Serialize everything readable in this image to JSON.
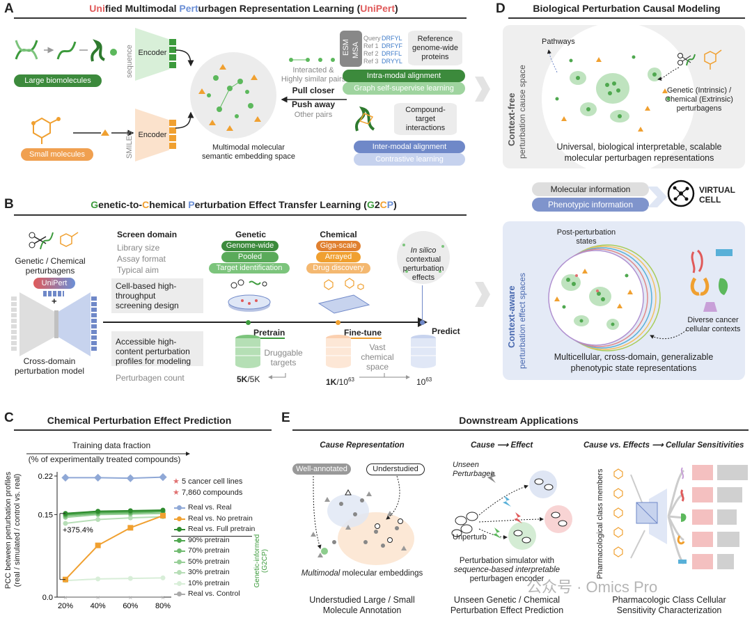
{
  "panelA": {
    "letter": "A",
    "title_parts": [
      "Uni",
      "fied Multimodal ",
      "Pert",
      "urbagen Representation Learning (",
      "UniPert",
      ")"
    ],
    "large_biomolecules": "Large biomolecules",
    "small_molecules": "Small molecules",
    "sequence": "sequence",
    "smiles": "SMILES",
    "encoder": "Encoder",
    "embedding_space": "Multimodal molecular\nsemantic embedding space",
    "interacted": "Interacted &\nHighly similar pairs",
    "pull_closer": "Pull closer",
    "push_away": "Push away",
    "other_pairs": "Other pairs",
    "esm": "ESM",
    "msa": "MSA",
    "msa_rows": [
      {
        "label": "Query",
        "seq": "DRFYL"
      },
      {
        "label": "Ref 1",
        "seq": "DRFYF"
      },
      {
        "label": "Ref 2",
        "seq": "DRFFL"
      },
      {
        "label": "Ref 3",
        "seq": "DRYYL"
      }
    ],
    "reference": "Reference\ngenome-wide\nproteins",
    "intra_modal": "Intra-modal alignment",
    "graph_ssl": "Graph self-supervise learning",
    "compound_target": "Compound-\ntarget\ninteractions",
    "inter_modal": "Inter-modal alignment",
    "contrastive": "Contrastive learning"
  },
  "panelB": {
    "letter": "B",
    "title_parts": [
      "G",
      "enetic-to-",
      "C",
      "hemical ",
      "P",
      "erturbation Effect Transfer Learning (",
      "G",
      "2",
      "C",
      "P",
      ")"
    ],
    "gen_chem_perturbagens": "Genetic / Chemical\nperturbagens",
    "unipert": "UniPert",
    "cross_domain": "Cross-domain\nperturbation model",
    "screen_domain": "Screen domain",
    "screen_rows": [
      "Library size",
      "Assay format",
      "Typical aim"
    ],
    "cell_based": "Cell-based high-\nthroughput\nscreening design",
    "accessible": "Accessible high-\ncontent perturbation\nprofiles for modeling",
    "perturbagen_count": "Perturbagen count",
    "genetic": "Genetic",
    "genetic_pills": [
      "Genome-wide",
      "Pooled",
      "Target identification"
    ],
    "chemical": "Chemical",
    "chemical_pills": [
      "Giga-scale",
      "Arrayed",
      "Drug discovery"
    ],
    "in_silico": "In silico",
    "in_silico_rest": "contextual\nperturbation\neffects",
    "pretrain": "Pretrain",
    "finetune": "Fine-tune",
    "predict": "Predict",
    "druggable": "Druggable\ntargets",
    "vast": "Vast\nchemical\nspace",
    "count_5k_a": "5K",
    "count_5k_b": "/5K",
    "count_1k_a": "1K",
    "count_1k_b": "/10",
    "count_1k_exp": "63",
    "count_pred": "10",
    "count_pred_exp": "63"
  },
  "panelC": {
    "letter": "C",
    "title": "Chemical Perturbation Effect Prediction",
    "training_fraction": "Training data fraction",
    "pct_treated": "(% of experimentally treated compounds)",
    "ylabel": "PCC between perturbation profiles\n(real / simulated / control vs. real)",
    "legend_info": [
      "5 cancer cell lines",
      "7,860 compounds"
    ],
    "annotation": "+375.4%",
    "g2cp_label": "Genetic-informed\n(G2CP)"
  },
  "chart_data": {
    "type": "line",
    "x": [
      "20%",
      "40%",
      "60%",
      "80%"
    ],
    "ylim": [
      0.0,
      0.22
    ],
    "yticks": [
      "0.0",
      "0.15",
      "0.22"
    ],
    "series": [
      {
        "name": "Real vs. Real",
        "values": [
          0.217,
          0.217,
          0.216,
          0.218
        ],
        "color": "#8fa8d6"
      },
      {
        "name": "Real vs. No pretrain",
        "values": [
          0.032,
          0.094,
          0.126,
          0.148
        ],
        "color": "#f0a030"
      },
      {
        "name": "Real vs. Full pretrain",
        "values": [
          0.152,
          0.156,
          0.157,
          0.158
        ],
        "color": "#2e8b2e"
      },
      {
        "name": "90% pretrain",
        "values": [
          0.15,
          0.154,
          0.155,
          0.156
        ],
        "color": "#4fa84f"
      },
      {
        "name": "70% pretrain",
        "values": [
          0.148,
          0.152,
          0.153,
          0.155
        ],
        "color": "#72bb72"
      },
      {
        "name": "50% pretrain",
        "values": [
          0.145,
          0.15,
          0.151,
          0.152
        ],
        "color": "#98cf98"
      },
      {
        "name": "30% pretrain",
        "values": [
          0.134,
          0.141,
          0.144,
          0.146
        ],
        "color": "#b7deb7"
      },
      {
        "name": "10% pretrain",
        "values": [
          0.03,
          0.033,
          0.034,
          0.035
        ],
        "color": "#d8eed8"
      },
      {
        "name": "Real vs. Control",
        "values": [
          0.0,
          0.0,
          0.0,
          0.0
        ],
        "color": "#aaaaaa"
      }
    ]
  },
  "panelD": {
    "letter": "D",
    "title": "Biological Perturbation Causal Modeling",
    "context_free": "Context-free",
    "cause_space": "perturbation cause space",
    "pathways": "Pathways",
    "genetic_chemical": "Genetic (Intrinsic) /\nChemical (Extrinsic)\nperturbagens",
    "universal": "Universal, biological interpretable, scalable\nmolecular perturbagen representations",
    "molecular_info": "Molecular information",
    "phenotypic_info": "Phenotypic information",
    "virtual": "VIRTUAL",
    "cell": "CELL",
    "context_aware": "Context-aware",
    "effect_spaces": "perturbation effect spaces",
    "post_states": "Post-perturbation\nstates",
    "diverse": "Diverse cancer\ncellular contexts",
    "multicellular": "Multicellular, cross-domain, generalizable\nphenotypic state representations"
  },
  "panelE": {
    "letter": "E",
    "title": "Downstream Applications",
    "cause_repr": "Cause Representation",
    "well_annotated": "Well-annotated",
    "understudied": "Understudied",
    "multimodal_emb_a": "Multimodal",
    "multimodal_emb_b": " molecular embeddings",
    "understudied_large": "Understudied Large / Small\nMolecule Annotation",
    "cause": "Cause",
    "effect": "Effect",
    "unseen_perturbagen": "Unseen\nPerturbagen",
    "unperturb": "Unperturb",
    "simulator_a": "Perturbation simulator with",
    "simulator_b": "sequence-based interpretable",
    "simulator_c": "perturbagen encoder",
    "unseen_pred": "Unseen Genetic / Chemical\nPerturbation Effect Prediction",
    "cause_vs": "Cause vs. Effects",
    "cell_sens": "Cellular Sensitivities",
    "pharm_members": "Pharmacological class members",
    "pharm_char": "Pharmacologic Class Cellular\nSensitivity Characterization",
    "watermark": "公众号 · Omics Pro"
  },
  "colors": {
    "green": "#3c9a3c",
    "orange": "#f0a030",
    "blue": "#6f88c8",
    "uni_red": "#e05a5a",
    "pert_blue": "#6b8fd6"
  }
}
